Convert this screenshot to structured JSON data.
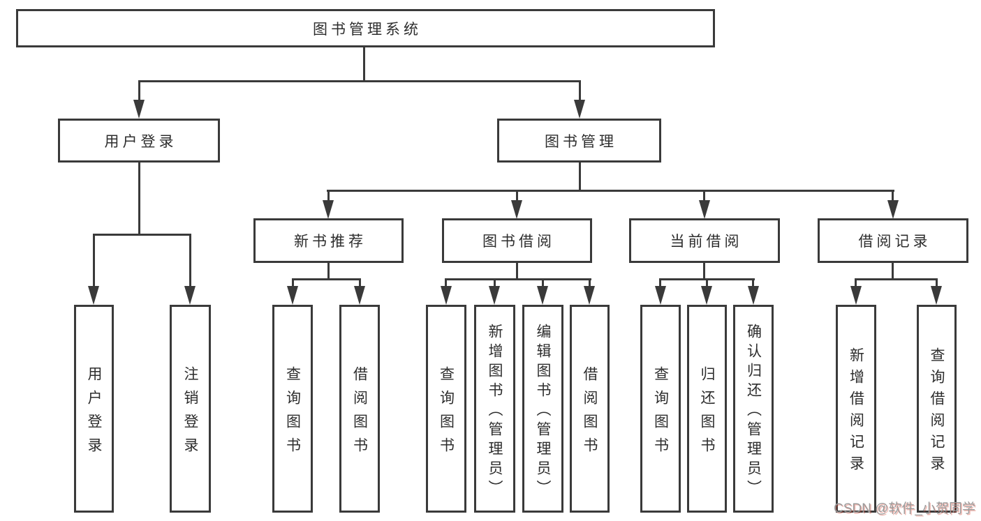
{
  "diagram": {
    "type": "tree-diagram",
    "orientation": "top-down",
    "tree": {
      "label": "图书管理系统",
      "children": [
        {
          "label": "用户登录",
          "children": [
            {
              "label": "用户登录"
            },
            {
              "label": "注销登录"
            }
          ]
        },
        {
          "label": "图书管理",
          "children": [
            {
              "label": "新书推荐",
              "children": [
                {
                  "label": "查询图书"
                },
                {
                  "label": "借阅图书"
                }
              ]
            },
            {
              "label": "图书借阅",
              "children": [
                {
                  "label": "查询图书"
                },
                {
                  "label": "新增图书（管理员）"
                },
                {
                  "label": "编辑图书（管理员）"
                },
                {
                  "label": "借阅图书"
                }
              ]
            },
            {
              "label": "当前借阅",
              "children": [
                {
                  "label": "查询图书"
                },
                {
                  "label": "归还图书"
                },
                {
                  "label": "确认归还（管理员）"
                }
              ]
            },
            {
              "label": "借阅记录",
              "children": [
                {
                  "label": "新增借阅记录"
                },
                {
                  "label": "查询借阅记录"
                }
              ]
            }
          ]
        }
      ]
    },
    "colors": {
      "line": "#3a3a3a",
      "box_border": "#3a3a3a",
      "box_fill": "#ffffff",
      "text": "#2d2d2d",
      "background": "#ffffff"
    }
  },
  "watermark": {
    "text": "CSDN @软件_小贺同学",
    "color": "#9b9b9b",
    "accent_color": "#d64838"
  }
}
